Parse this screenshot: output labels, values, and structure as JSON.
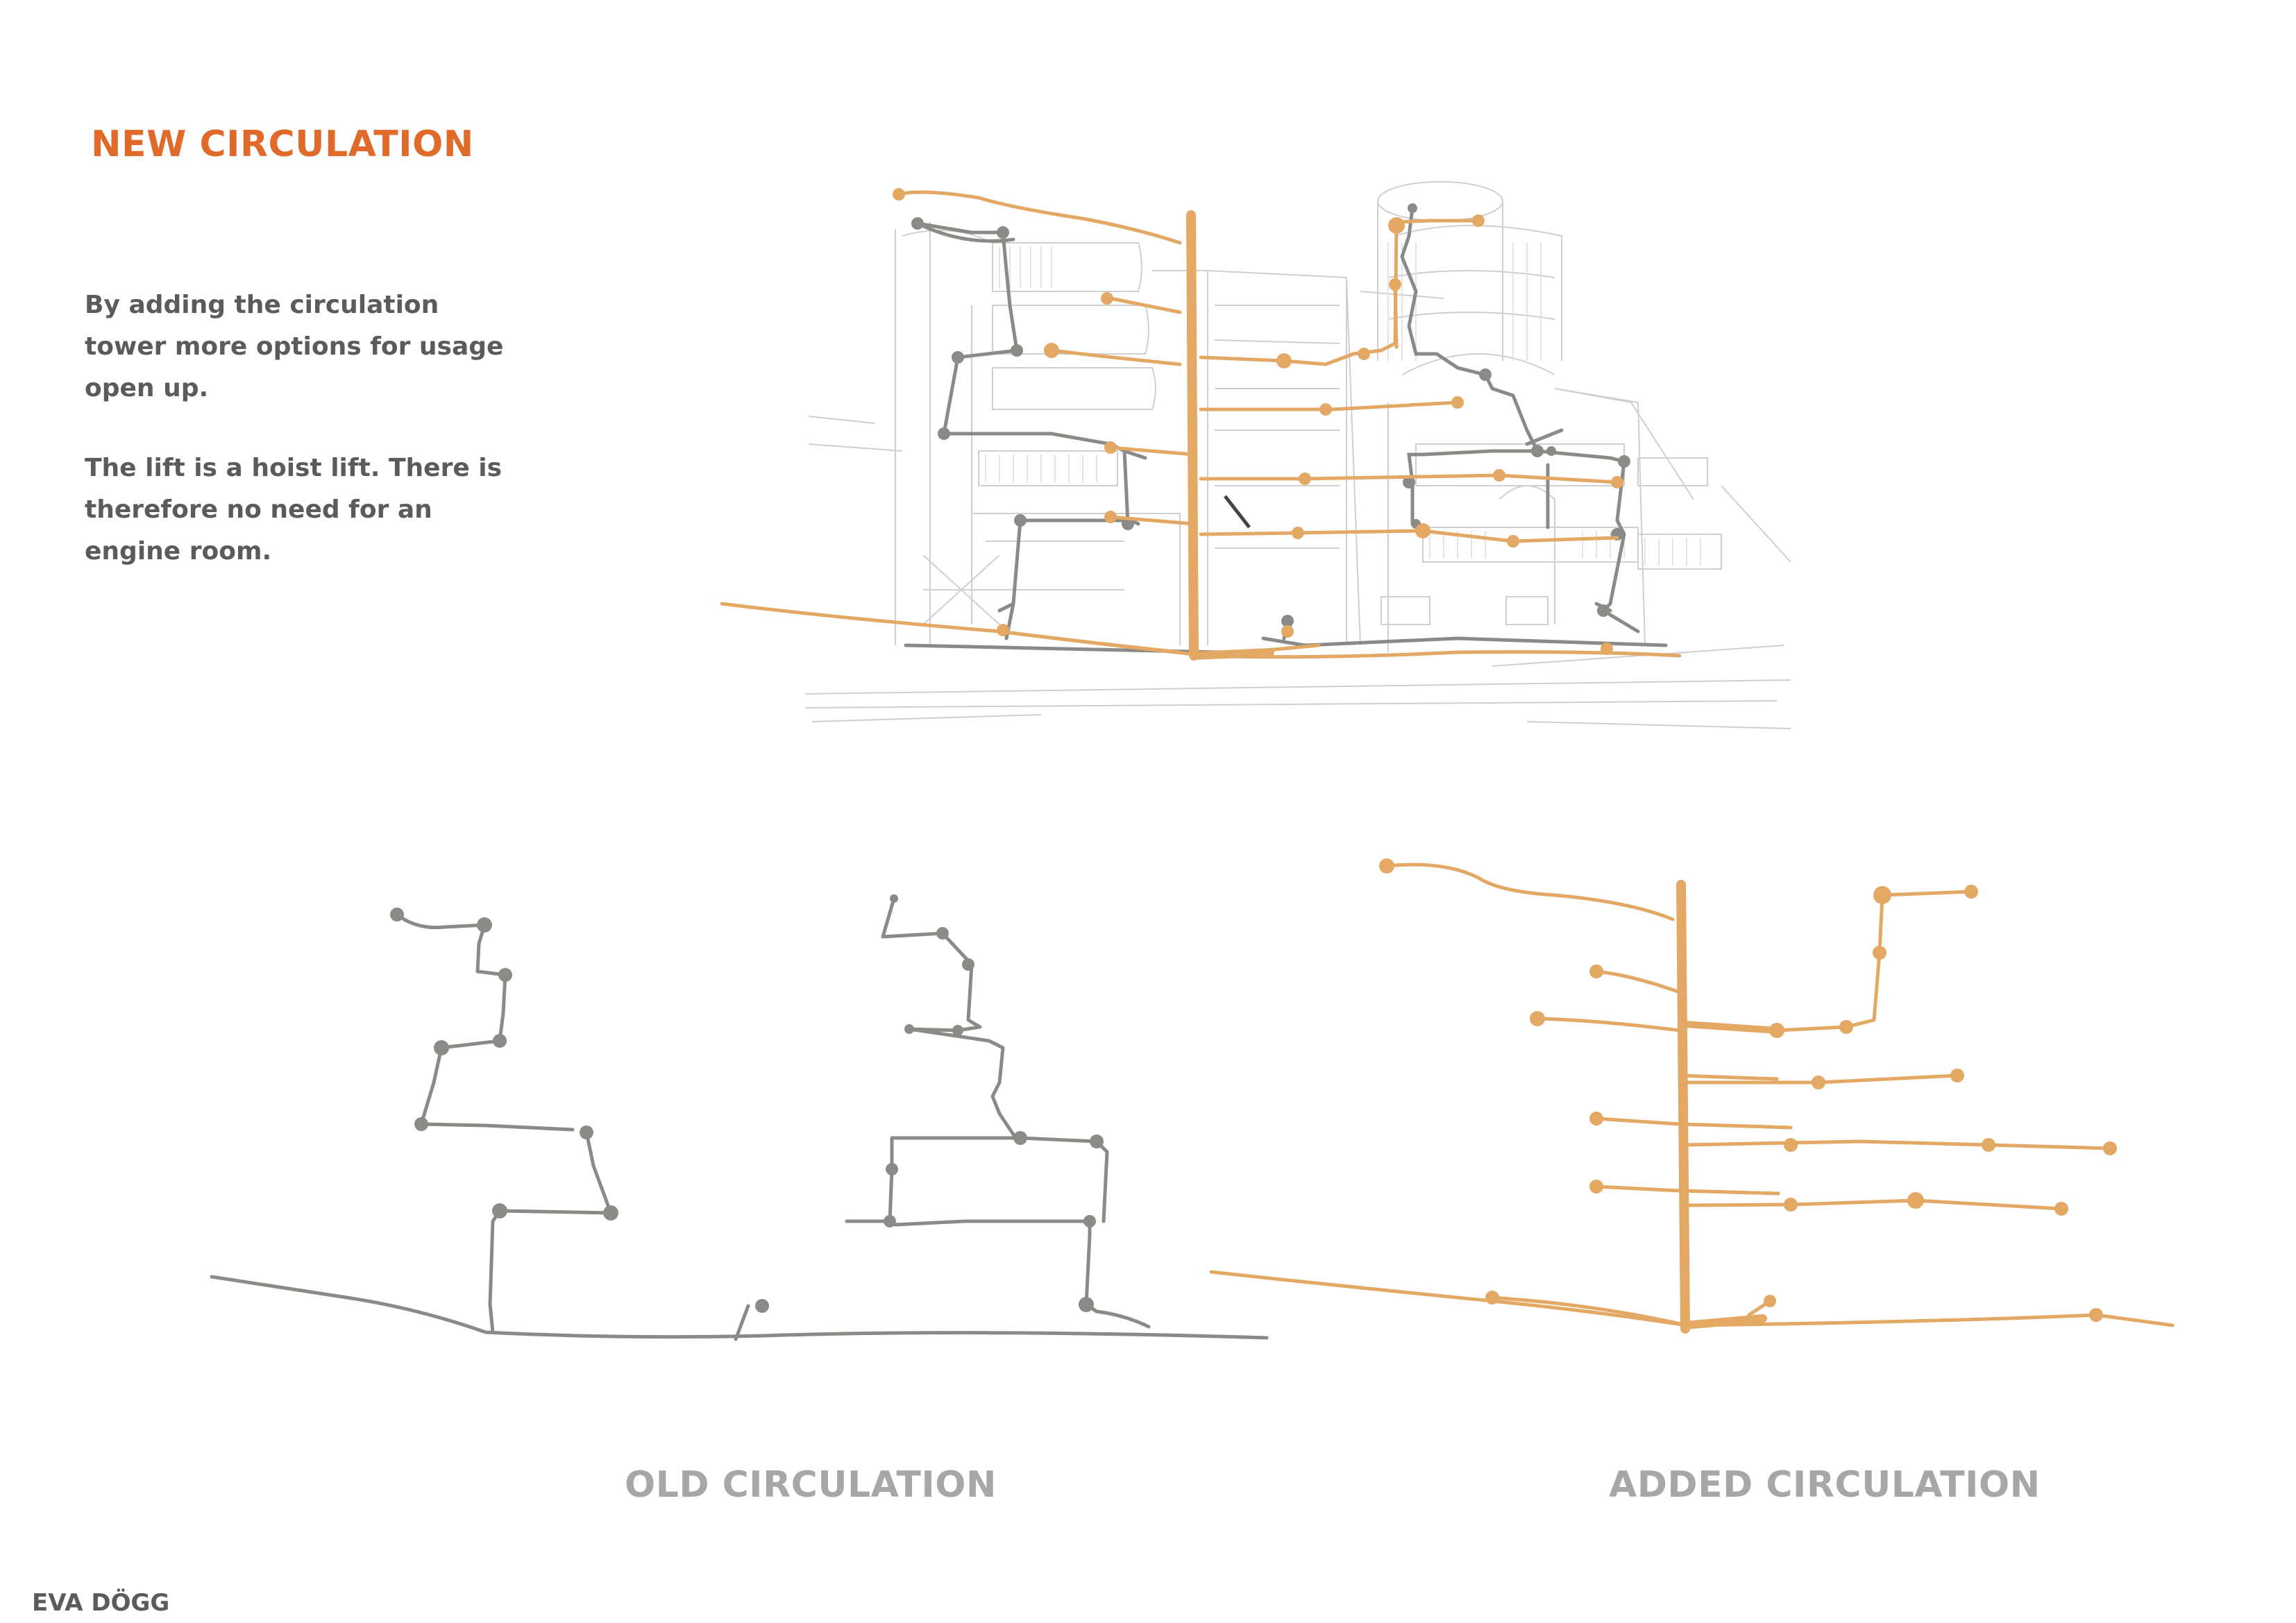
{
  "header": {
    "title": "NEW CIRCULATION"
  },
  "description": {
    "paragraph_1": "By adding the circulation tower more options for usage open up.",
    "paragraph_2": "The lift is a hoist lift. There is therefore no need for an engine room."
  },
  "diagrams": {
    "old_caption": "OLD CIRCULATION",
    "added_caption": "ADDED CIRCULATION"
  },
  "footer": {
    "author": "EVA DÖGG"
  },
  "colors": {
    "accent": "#e06a2a",
    "orange_path": "#e3a964",
    "grey_path": "#8a8a86",
    "body_text": "#5b5b5b",
    "caption": "#a7a7aa",
    "sketch_line": "#c9c9c9"
  }
}
